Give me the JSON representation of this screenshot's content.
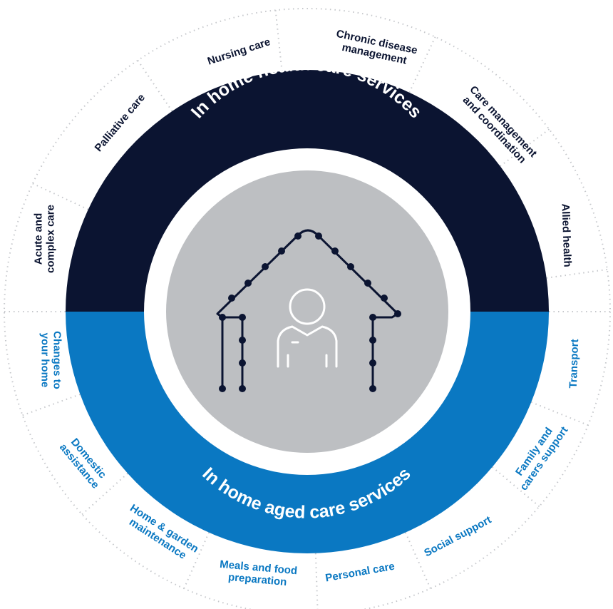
{
  "colors": {
    "navy": "#0b1431",
    "blue": "#0a78c2",
    "grey": "#bdbfc2",
    "dots": "#c5c7cb",
    "outer_bg": "#ffffff"
  },
  "health_band": {
    "title": "In home health care services",
    "items": [
      "Acute and complex care",
      "Palliative care",
      "Nursing care",
      "Chronic disease management",
      "Care management and coordination",
      "Allied health"
    ]
  },
  "aged_band": {
    "title": "In home aged care services",
    "items": [
      "Changes to your home",
      "Domestic assistance",
      "Home & garden maintenance",
      "Meals and food preparation",
      "Personal care",
      "Social support",
      "Family and carers support",
      "Transport"
    ]
  },
  "center": {
    "icons": [
      "house-outline-icon",
      "person-icon"
    ]
  }
}
